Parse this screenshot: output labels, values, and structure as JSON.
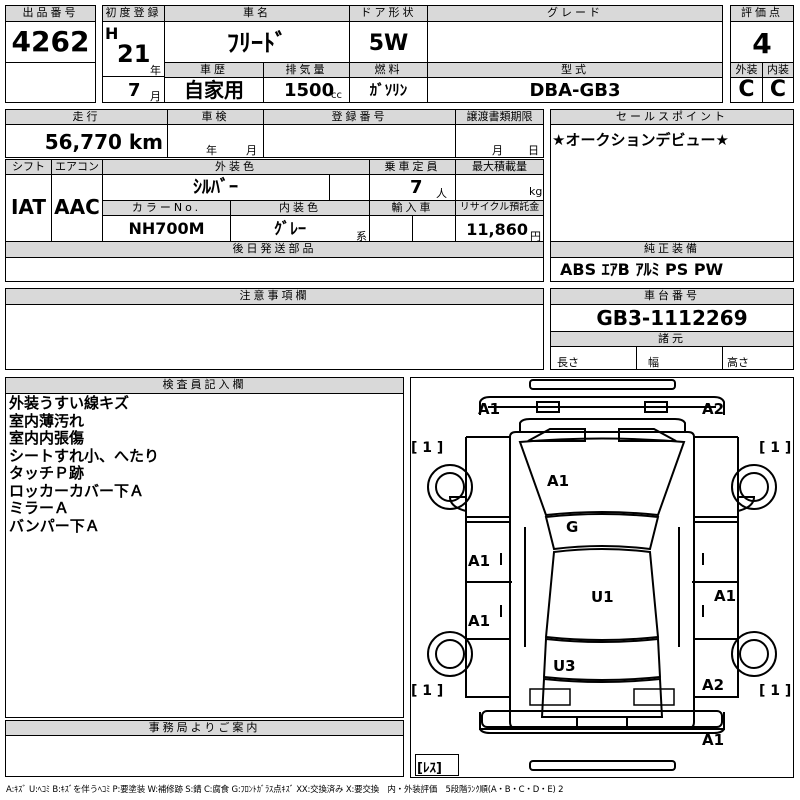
{
  "header": {
    "lot_no_label": "出品番号",
    "lot_no": "4262",
    "first_reg_label": "初度登録",
    "era": "H",
    "reg_year": "21",
    "year_unit": "年",
    "reg_month": "7",
    "month_unit": "月",
    "car_name_label": "車名",
    "car_name": "ﾌﾘｰﾄﾞ",
    "door_label": "ドア形状",
    "door": "5W",
    "grade_label": "グレード",
    "grade": "",
    "score_label": "評価点",
    "score": "4",
    "history_label": "車歴",
    "history": "自家用",
    "displacement_label": "排気量",
    "displacement": "1500",
    "displacement_unit": "cc",
    "fuel_label": "燃料",
    "fuel": "ｶﾞｿﾘﾝ",
    "model_label": "型式",
    "model": "DBA-GB3",
    "ext_label": "外装",
    "ext": "C",
    "int_label": "内装",
    "int": "C"
  },
  "row2": {
    "mileage_label": "走行",
    "mileage": "56,770 km",
    "inspection_label": "車検",
    "insp_year_unit": "年",
    "insp_month_unit": "月",
    "regno_label": "登録番号",
    "transfer_label": "譲渡書類期限",
    "transfer_month_unit": "月",
    "transfer_day_unit": "日",
    "sales_label": "セールスポイント",
    "sales": "★オークションデビュー★"
  },
  "row3": {
    "shift_label": "シフト",
    "shift": "IAT",
    "ac_label": "エアコン",
    "ac": "AAC",
    "exterior_color_label": "外装色",
    "exterior_color": "ｼﾙﾊﾞｰ",
    "capacity_label": "乗車定員",
    "capacity": "7",
    "capacity_unit": "人",
    "load_label": "最大積載量",
    "load_unit": "kg",
    "colorno_label": "カラーNo.",
    "colorno": "NH700M",
    "interior_color_label": "内装色",
    "interior_color": "ｸﾞﾚｰ",
    "interior_unit": "系",
    "import_label": "輸入車",
    "recycle_label": "リサイクル預託金",
    "recycle": "11,860",
    "recycle_unit": "円"
  },
  "misc": {
    "later_label": "後日発送部品",
    "equipment_label": "純正装備",
    "equipment": "ABS ｴｱB ｱﾙﾐ PS PW",
    "notes_label": "注意事項欄",
    "chassis_label": "車台番号",
    "chassis": "GB3-1112269",
    "specs_label": "諸元",
    "length_label": "長さ",
    "width_label": "幅",
    "height_label": "高さ",
    "inspector_label": "検査員記入欄",
    "inspector_notes": [
      "外装うすい線キズ",
      "室内薄汚れ",
      "室内内張傷",
      "シートすれ小、へたり",
      "タッチＰ跡",
      "ロッカーカバー下Ａ",
      "ミラーＡ",
      "バンパー下Ａ"
    ],
    "office_label": "事務局よりご案内",
    "legend": "A:ｷｽﾞ U:ﾍｺﾐ B:ｷｽﾞを伴うﾍｺﾐ P:要塗装 W:補修跡 S:錆 C:腐食 G:ﾌﾛﾝﾄｶﾞﾗｽ点ｷｽﾞ XX:交換済み X:要交換　内・外装評価　5段階ﾗﾝｸ順(A・B・C・D・E) 2"
  },
  "diagram": {
    "marks": {
      "front_left": "A1",
      "front_right": "A2",
      "hood": "A1",
      "windshield": "G",
      "left_front_door": "A1",
      "left_rear_door": "A1",
      "roof": "U1",
      "right_rear_door": "A1",
      "tailgate": "U3",
      "rear_right": "A2",
      "rear_bumper": "A1",
      "tire_fl": "[ 1 ]",
      "tire_fr": "[ 1 ]",
      "tire_rl": "[ 1 ]",
      "tire_rr": "[ 1 ]",
      "spare": "[ﾚｽ]"
    }
  }
}
